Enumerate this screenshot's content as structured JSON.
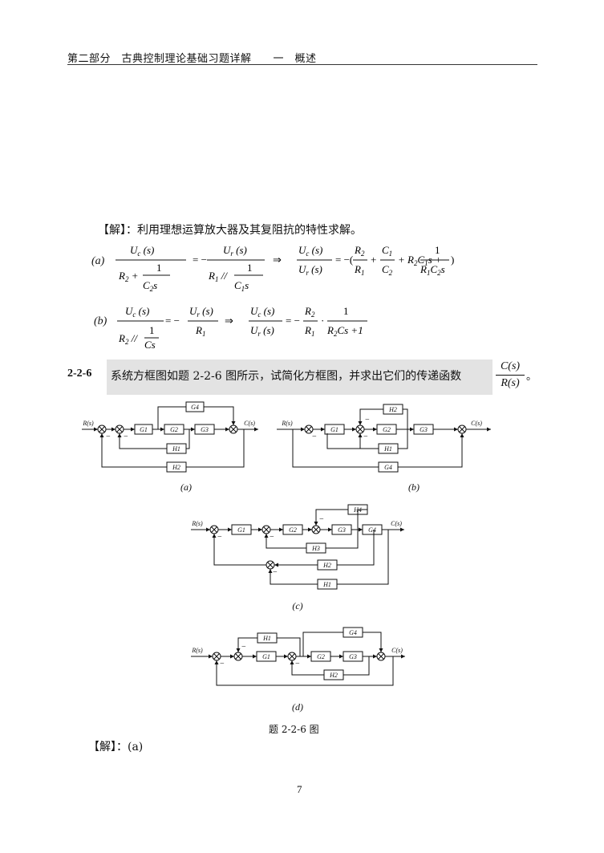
{
  "header": "第二部分　古典控制理论基础习题详解　　一　概述",
  "solution_label": "【解】：利用理想运算放大器及其复阻抗的特性求解。",
  "eq_a_tag": "(a)",
  "eq_b_tag": "(b)",
  "problem": {
    "number": "2-2-6",
    "text": "系统方框图如题 2-2-6 图所示，试简化方框图，并求出它们的传递函数",
    "frac_num": "C(s)",
    "frac_den": "R(s)",
    "end": "。"
  },
  "diagrams": {
    "a": "(a)",
    "b": "(b)",
    "c": "(c)",
    "d": "(d)",
    "R": "R(s)",
    "C": "C(s)",
    "G1": "G1",
    "G2": "G2",
    "G3": "G3",
    "G4": "G4",
    "H1": "H1",
    "H2": "H2",
    "H3": "H3",
    "H4": "H4"
  },
  "figure_caption": "题 2-2-6 图",
  "solution_a": "【解】：(a)",
  "page_number": "7"
}
